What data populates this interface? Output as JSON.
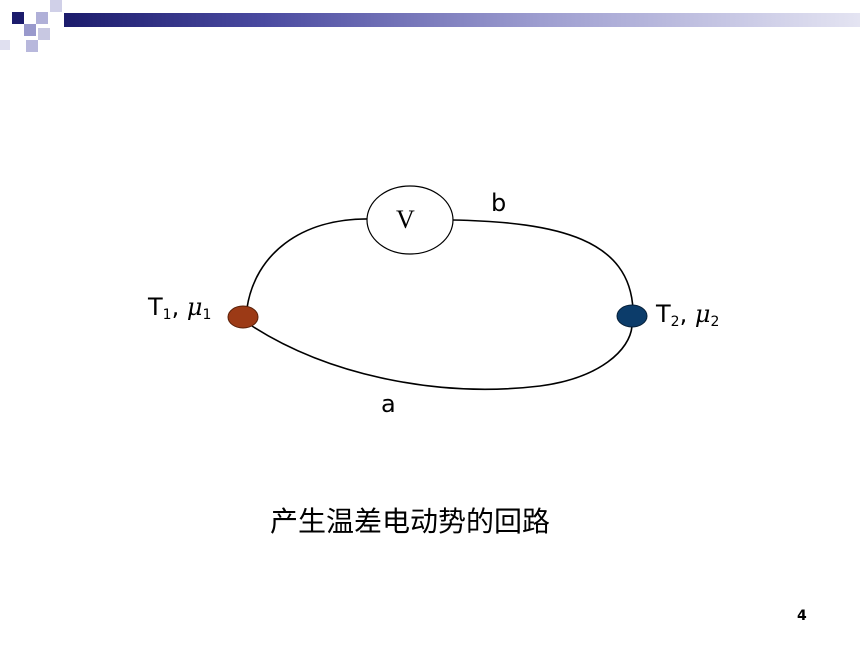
{
  "colors": {
    "accent": "#1c1c6c",
    "square_light": "#9999cc",
    "junction_hot": "#9c3a16",
    "junction_cold": "#0c3c6a"
  },
  "diagram": {
    "voltmeter": "V",
    "wire_top": "b",
    "wire_bottom": "a",
    "junction_left": {
      "T": "T",
      "T_sub": "1",
      "sep": ",",
      "mu": "μ",
      "mu_sub": "1"
    },
    "junction_right": {
      "T": "T",
      "T_sub": "2",
      "sep": ",",
      "mu": "μ",
      "mu_sub": "2"
    }
  },
  "caption": "产生温差电动势的回路",
  "page_number": "4"
}
